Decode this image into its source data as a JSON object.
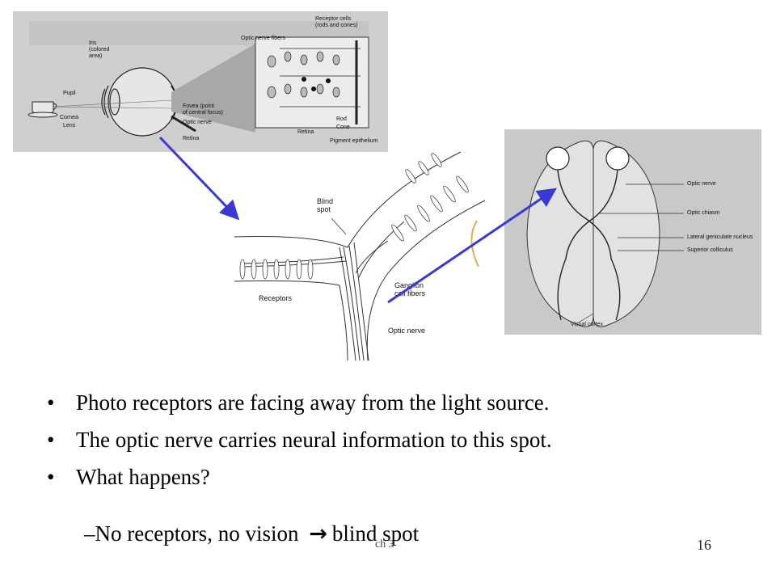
{
  "figures": {
    "eye": {
      "labels": {
        "iris": "Iris\n(colored\narea)",
        "pupil": "Pupil",
        "cornea": "Cornea",
        "lens": "Lens",
        "retina": "Retina",
        "optic_nerve_fibers": "Optic nerve fibers",
        "receptor_cells": "Receptor cells\n(rods and cones)",
        "fovea": "Fovea (point\nof central focus)",
        "optic_nerve": "Optic nerve",
        "retina_inset": "Retina",
        "rod": "Rod",
        "cone": "Cone",
        "pigment_epithelium": "Pigment epithelium"
      }
    },
    "retina": {
      "labels": {
        "blind_spot": "Blind\nspot",
        "receptors": "Receptors",
        "ganglion": "Ganglion\ncell fibers",
        "optic_nerve": "Optic nerve"
      }
    },
    "brain": {
      "labels": {
        "optic_nerve": "Optic nerve",
        "optic_chiasm": "Optic chiasm",
        "lgn": "Lateral geniculate nucleus",
        "superior_colliculus": "Superior colliculus",
        "visual_cortex": "Visual cortex"
      }
    }
  },
  "arrow_color": "#3a3ad0",
  "bullets": [
    "Photo receptors are facing away from the light source.",
    "The optic nerve carries neural information to this spot.",
    "What happens?"
  ],
  "bullet_symbol": "•",
  "sub_bullet": {
    "dash": "–",
    "text_before": "No receptors, no vision",
    "arrow": "→",
    "text_after": "blind spot"
  },
  "footer": {
    "chapter": "ch 3",
    "page": "16"
  }
}
